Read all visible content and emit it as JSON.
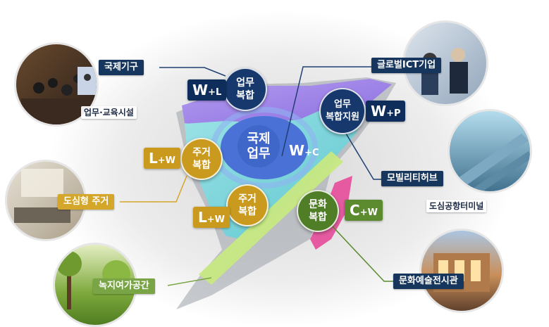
{
  "labels": {
    "intl_org": "국제기구",
    "edu_facility": "업무·교육시설",
    "urban_housing": "도심형 주거",
    "green_space": "녹지여가공간",
    "global_ict": "글로벌ICT기업",
    "mobility_hub": "모빌리티허브",
    "airport_terminal": "도심공항터미널",
    "culture_hall": "문화예술전시관"
  },
  "codes": {
    "w_l": {
      "main": "W",
      "sub": "+L"
    },
    "w_p": {
      "main": "W",
      "sub": "+P"
    },
    "w_c": {
      "main": "W",
      "sub": "+C"
    },
    "l_w1": {
      "main": "L",
      "sub": "+W"
    },
    "l_w2": {
      "main": "L",
      "sub": "+W"
    },
    "c_w": {
      "main": "C",
      "sub": "+W"
    }
  },
  "zones": {
    "business_complex": [
      "업무",
      "복합"
    ],
    "business_support": [
      "업무",
      "복합지원"
    ],
    "intl_business": [
      "국제",
      "업무"
    ],
    "residential_1": [
      "주거",
      "복합"
    ],
    "residential_2": [
      "주거",
      "복합"
    ],
    "culture_complex": [
      "문화",
      "복합"
    ]
  },
  "colors": {
    "navy": "#17365d",
    "gold": "#d4a62a",
    "green": "#7aa547",
    "purple": "#9b7ce6",
    "teal": "#7fd4da",
    "pink": "#e85aa0",
    "lime": "#bfe07a"
  }
}
